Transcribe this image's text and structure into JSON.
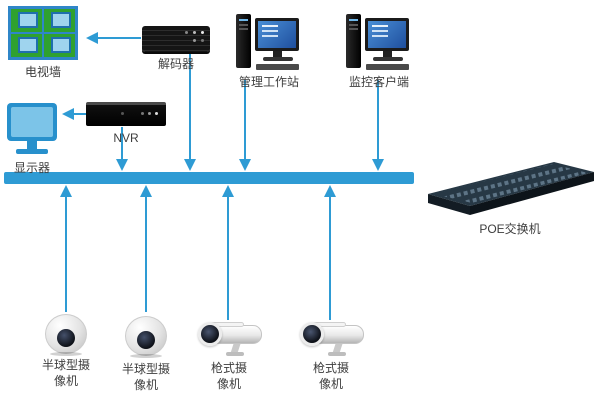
{
  "colors": {
    "accent": "#2e9bd4",
    "bus": "#2e9bd4",
    "label_text": "#3d3d3d"
  },
  "nodes": {
    "tv_wall": {
      "label": "电视墙"
    },
    "decoder": {
      "label": "解码器"
    },
    "mgmt_workstation": {
      "label": "管理工作站"
    },
    "monitor_client": {
      "label": "监控客户端"
    },
    "display": {
      "label": "显示器"
    },
    "nvr": {
      "label": "NVR"
    },
    "poe_switch": {
      "label": "POE交换机"
    },
    "dome_camera_1": {
      "label": "半球型摄像机"
    },
    "dome_camera_2": {
      "label": "半球型摄像机"
    },
    "bullet_camera_1": {
      "label": "枪式摄像机"
    },
    "bullet_camera_2": {
      "label": "枪式摄像机"
    }
  },
  "connections": [
    {
      "from": "decoder",
      "to": "tv_wall"
    },
    {
      "from": "decoder",
      "to": "bus"
    },
    {
      "from": "mgmt_workstation",
      "to": "bus"
    },
    {
      "from": "monitor_client",
      "to": "bus"
    },
    {
      "from": "nvr",
      "to": "display"
    },
    {
      "from": "nvr",
      "to": "bus"
    },
    {
      "from": "dome_camera_1",
      "to": "bus"
    },
    {
      "from": "dome_camera_2",
      "to": "bus"
    },
    {
      "from": "bullet_camera_1",
      "to": "bus"
    },
    {
      "from": "bullet_camera_2",
      "to": "bus"
    },
    {
      "from": "bus",
      "to": "poe_switch"
    }
  ]
}
